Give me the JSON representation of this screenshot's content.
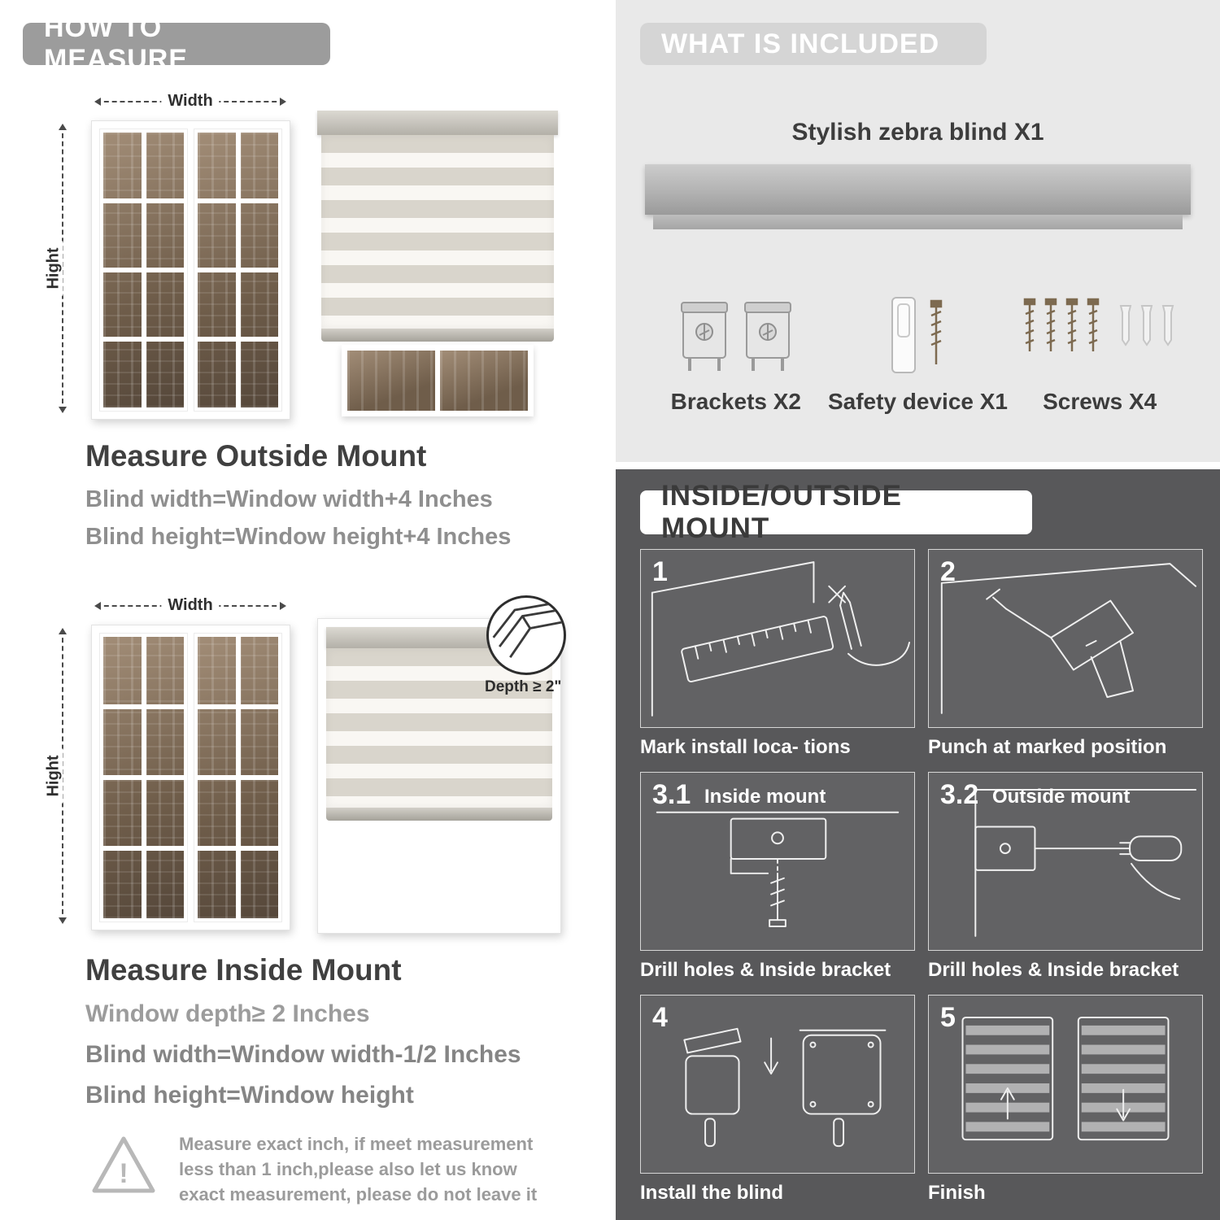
{
  "left": {
    "header": "HOW TO MEASURE",
    "labels": {
      "width": "Width",
      "height": "Hight",
      "depth": "Depth ≥ 2\""
    },
    "outside": {
      "title": "Measure Outside Mount",
      "line1": "Blind width=Window width+4 Inches",
      "line2": "Blind height=Window height+4 Inches"
    },
    "inside": {
      "title": "Measure Inside Mount",
      "line1": "Window depth≥ 2 Inches",
      "line2": "Blind width=Window width-1/2 Inches",
      "line3": "Blind height=Window height"
    },
    "warning": "Measure exact inch, if meet measurement less than 1 inch,please also let us know exact measurement, please do not leave it"
  },
  "right": {
    "included": {
      "header": "WHAT IS INCLUDED",
      "blind_label": "Stylish zebra blind X1",
      "items": [
        {
          "icon": "bracket-icon",
          "label": "Brackets X2"
        },
        {
          "icon": "safety-device-icon",
          "label": "Safety device X1"
        },
        {
          "icon": "screws-icon",
          "label": "Screws X4"
        }
      ]
    },
    "mount": {
      "header": "INSIDE/OUTSIDE MOUNT",
      "steps": [
        {
          "num": "1",
          "caption": "Mark install loca- tions"
        },
        {
          "num": "2",
          "caption": "Punch at  marked position"
        },
        {
          "num": "3.1",
          "sub": "Inside mount",
          "caption": "Drill holes &  Inside bracket"
        },
        {
          "num": "3.2",
          "sub": "Outside mount",
          "caption": "Drill holes &  Inside bracket"
        },
        {
          "num": "4",
          "caption": "Install the blind"
        },
        {
          "num": "5",
          "caption": "Finish"
        }
      ]
    }
  }
}
